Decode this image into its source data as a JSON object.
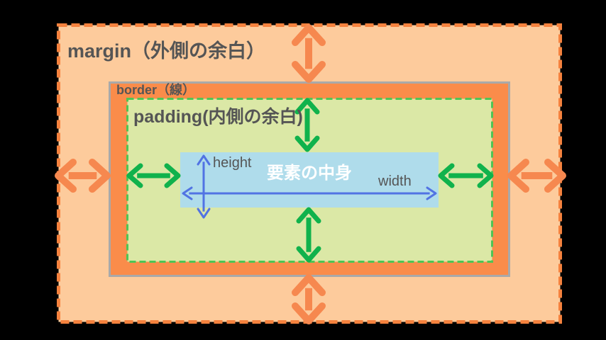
{
  "diagram": {
    "type": "css-box-model",
    "labels": {
      "margin": "margin（外側の余白）",
      "border": "border（線）",
      "padding": "padding(内側の余白)",
      "content": "要素の中身",
      "width": "width",
      "height": "height"
    },
    "colors": {
      "background": "#000000",
      "margin_fill": "#FDCB9C",
      "margin_dash": "#F5823E",
      "border_fill": "#FA8C4A",
      "border_outline": "#A9A9A9",
      "padding_fill": "#DBE8A6",
      "padding_dash": "#4FC455",
      "content_fill": "#AFDCEB",
      "orange_arrow": "#F6884F",
      "green_arrow": "#10B24C",
      "blue_arrow": "#5173E3",
      "label_text": "#555555",
      "content_text": "#FFFFFF"
    }
  }
}
